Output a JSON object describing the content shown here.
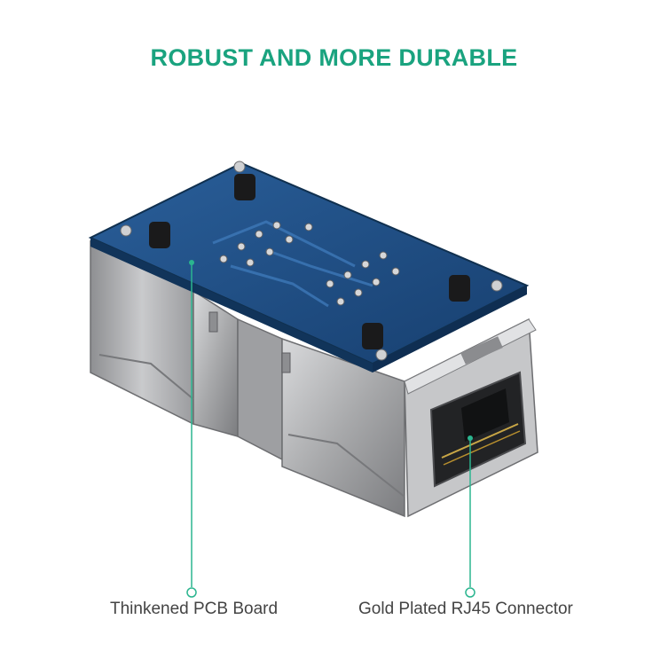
{
  "title": "ROBUST AND MORE DURABLE",
  "callouts": [
    {
      "label": "Thinkened PCB Board"
    },
    {
      "label": "Gold Plated RJ45 Connector"
    }
  ],
  "colors": {
    "title": "#1aa37f",
    "callout_line": "#2bb58f",
    "pcb": "#1f4f86",
    "metal": "#a9aaac",
    "label_text": "#444444"
  }
}
